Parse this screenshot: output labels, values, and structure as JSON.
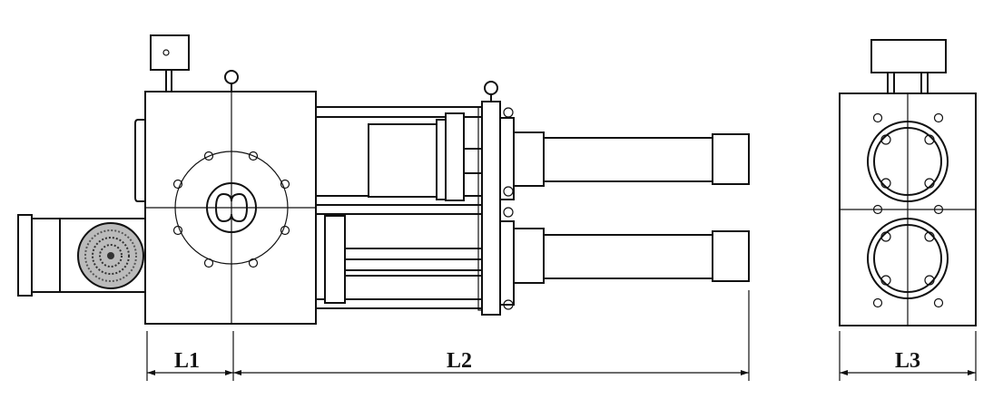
{
  "dimensions": {
    "l1": "L1",
    "l2": "L2",
    "l3": "L3"
  },
  "colors": {
    "line": "#111111",
    "background": "#ffffff"
  }
}
